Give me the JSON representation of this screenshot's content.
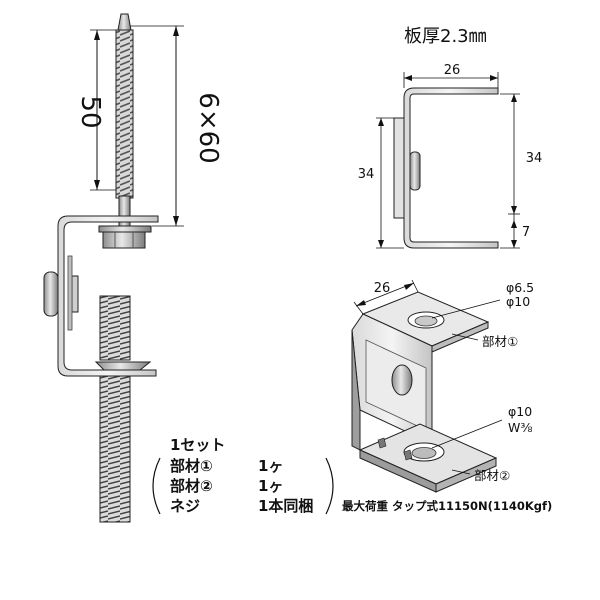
{
  "thickness_label": "板厚2.3㎜",
  "screw": {
    "thread_length": "50",
    "size_label": "6×60"
  },
  "side_view": {
    "width": "26",
    "height_upper": "34",
    "height_left": "34",
    "height_lower": "7"
  },
  "iso_view": {
    "width": "26",
    "hole_upper_a": "φ6.5",
    "hole_upper_b": "φ10",
    "part1_label": "部材①",
    "hole_lower_a": "φ10",
    "hole_lower_b": "W⅜",
    "part2_label": "部材②"
  },
  "set_list": {
    "heading": "1セット",
    "rows": [
      {
        "name": "部材①",
        "qty": "1ヶ"
      },
      {
        "name": "部材②",
        "qty": "1ヶ"
      },
      {
        "name": "ネジ",
        "qty": "1本同梱"
      }
    ]
  },
  "max_load": "最大荷重 タップ式11150N(1140Kgf)",
  "colors": {
    "line": "#111111",
    "metal_light": "#e6e6e6",
    "metal_mid": "#bdbdbd",
    "metal_dark": "#7a7a7a",
    "thread": "#9a9a9a"
  }
}
